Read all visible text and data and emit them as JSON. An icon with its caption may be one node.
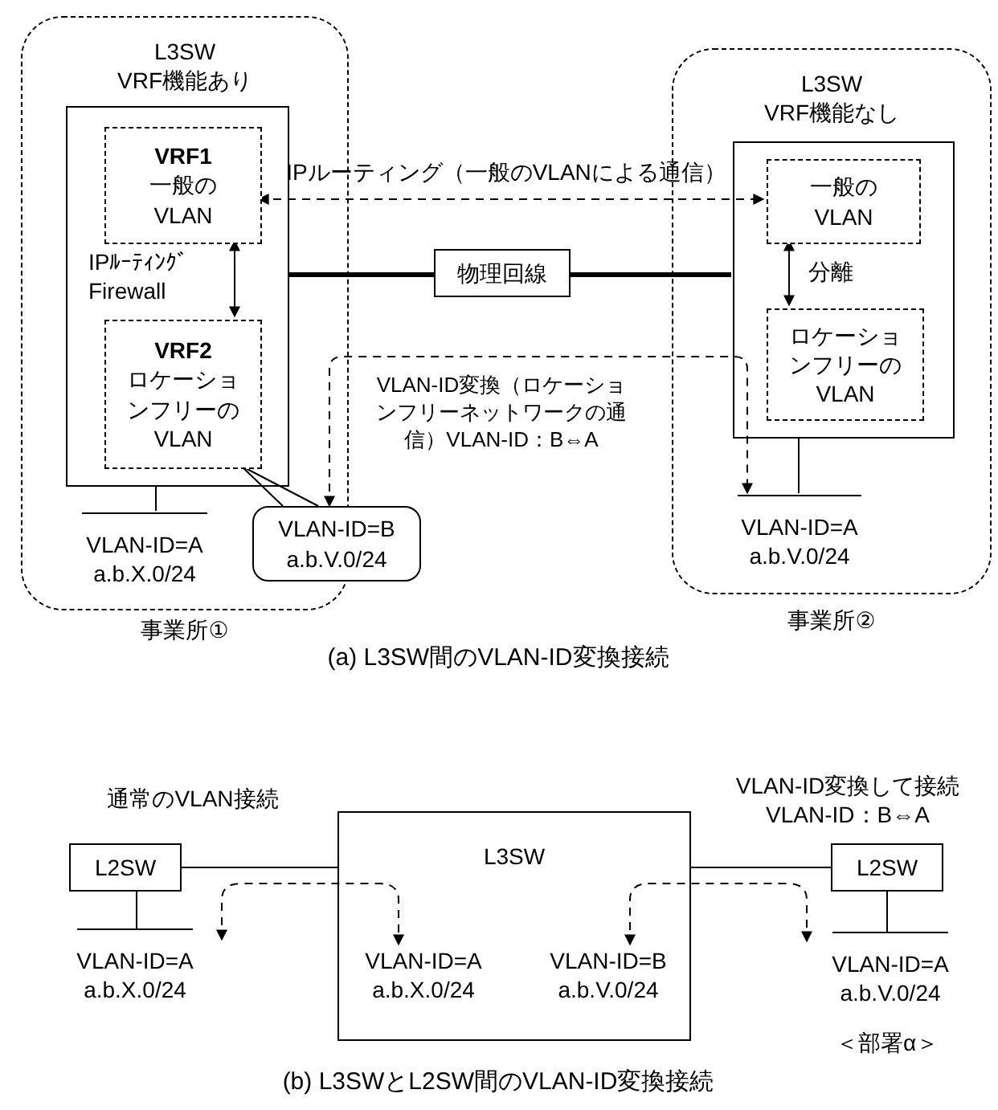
{
  "diagram": {
    "nodes": [
      {
        "text": [
          "L3SW VRF機能あり"
        ],
        "beside": [
          "事業所①"
        ]
      },
      {
        "text": [],
        "shape": "box",
        "in": 0
      },
      {
        "text": [
          "VRF1",
          "一般のVLAN"
        ],
        "in": 1
      },
      {
        "text": [
          "VRF2",
          "ロケーションフリーのVLAN"
        ],
        "in": 1
      },
      {
        "text": [],
        "shape": "bar",
        "in": 0,
        "beside": [
          "VLAN-ID=A a.b.X.0/24"
        ]
      },
      {
        "text": [
          "VLAN-ID=B a.b.V.0/24"
        ]
      },
      {
        "text": [
          "物理回線"
        ]
      },
      {
        "text": [
          "L3SW VRF機能なし"
        ],
        "beside": [
          "事業所②"
        ]
      },
      {
        "text": [],
        "shape": "box",
        "in": 7
      },
      {
        "text": [
          "一般のVLAN"
        ],
        "in": 8
      },
      {
        "text": [
          "ロケーションフリーのVLAN"
        ],
        "in": 8
      },
      {
        "text": [],
        "shape": "bar",
        "in": 7,
        "beside": [
          "VLAN-ID=A a.b.V.0/24"
        ]
      },
      {
        "text": [
          "L2SW"
        ]
      },
      {
        "text": [],
        "shape": "bar",
        "beside": [
          "VLAN-ID=A a.b.X.0/24"
        ]
      },
      {
        "text": [
          "L3SW"
        ]
      },
      {
        "text": [
          "L2SW"
        ]
      },
      {
        "text": [],
        "shape": "bar",
        "beside": [
          "VLAN-ID=A a.b.V.0/24"
        ]
      },
      {
        "text": [
          "VLAN-ID=A a.b.X.0/24"
        ],
        "in": 14
      },
      {
        "text": [
          "VLAN-ID=B a.b.V.0/24"
        ],
        "in": 14
      }
    ],
    "edges": [
      {
        "from": 2,
        "to": 9,
        "arrow": "both",
        "style": "dashed",
        "label": "IPルーティング（一般のVLANによる通信）"
      },
      {
        "from": 2,
        "to": 3,
        "arrow": "both",
        "label": "IPﾙｰﾃｨﾝｸﾞ Firewall"
      },
      {
        "from": 1,
        "to": 6,
        "arrow": "none",
        "style": "thick"
      },
      {
        "from": 6,
        "to": 8,
        "arrow": "none",
        "style": "thick"
      },
      {
        "from": 9,
        "to": 10,
        "arrow": "both",
        "label": "分離"
      },
      {
        "from": 1,
        "to": 4,
        "arrow": "none"
      },
      {
        "from": 8,
        "to": 11,
        "arrow": "none"
      },
      {
        "from": 5,
        "to": 3,
        "arrow": "none"
      },
      {
        "from": 5,
        "to": 11,
        "arrow": "both",
        "style": "dashed",
        "label": "VLAN-ID変換（ロケーションフリーネットワークの通信）VLAN-ID：B⇔A"
      },
      {
        "from": 12,
        "to": 14,
        "arrow": "none"
      },
      {
        "from": 14,
        "to": 15,
        "arrow": "none"
      },
      {
        "from": 12,
        "to": 13,
        "arrow": "none"
      },
      {
        "from": 15,
        "to": 16,
        "arrow": "none"
      },
      {
        "from": 13,
        "to": 17,
        "arrow": "both",
        "style": "dashed"
      },
      {
        "from": 18,
        "to": 16,
        "arrow": "both",
        "style": "dashed"
      }
    ],
    "labels": [
      "(a) L3SW間のVLAN-ID変換接続",
      "通常のVLAN接続",
      "VLAN-ID変換して接続 VLAN-ID：B⇔A",
      "＜部署α＞",
      "(b) L3SWとL2SW間のVLAN-ID変換接続"
    ]
  }
}
